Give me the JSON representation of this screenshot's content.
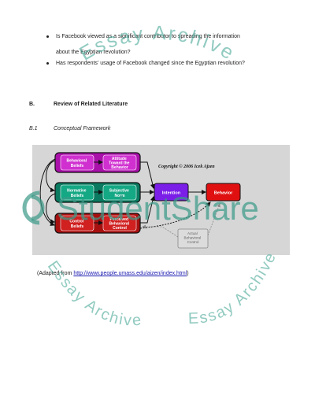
{
  "bullets": [
    {
      "line1": "Is Facebook viewed as a significant contributor to spreading the information",
      "line2": "about the Egyptian revolution?"
    },
    {
      "line1": "Has respondents' usage of Facebook changed since the Egyptian revolution?",
      "line2": ""
    }
  ],
  "section": {
    "number": "B.",
    "title": "Review of Related Literature"
  },
  "subsection": {
    "number": "B.1",
    "title": "Conceptual Framework"
  },
  "diagram": {
    "copyright": "Copyright © 2006 Icek Ajzen",
    "nodes": {
      "behavioral_beliefs": [
        "Behavioral",
        "Beliefs"
      ],
      "attitude": [
        "Attitude",
        "Toward the",
        "Behavior"
      ],
      "normative_beliefs": [
        "Normative",
        "Beliefs"
      ],
      "subjective_norm": [
        "Subjective",
        "Norm"
      ],
      "control_beliefs": [
        "Control",
        "Beliefs"
      ],
      "perceived_control": [
        "Perceived",
        "Behavioral",
        "Control"
      ],
      "intention": "Intention",
      "behavior": "Behavior",
      "actual_control": [
        "Actual",
        "Behavioral",
        "Control"
      ]
    },
    "colors": {
      "purple": "#c020c0",
      "teal": "#0f9a7a",
      "red_dark": "#c81818",
      "intention": "#7a1ee8",
      "behavior": "#e01010",
      "actual": "#d0d0d0",
      "panel": "#d6d6d6"
    }
  },
  "caption": {
    "prefix": "(Adapted from ",
    "link": "http://www.people.umass.edu/aizen/index.html",
    "suffix": ")"
  },
  "watermark": {
    "top_text": "Essay Archive",
    "brand": "StudentShare",
    "bottom_left": "Essay Archive",
    "bottom_right": "Essay Archive"
  }
}
